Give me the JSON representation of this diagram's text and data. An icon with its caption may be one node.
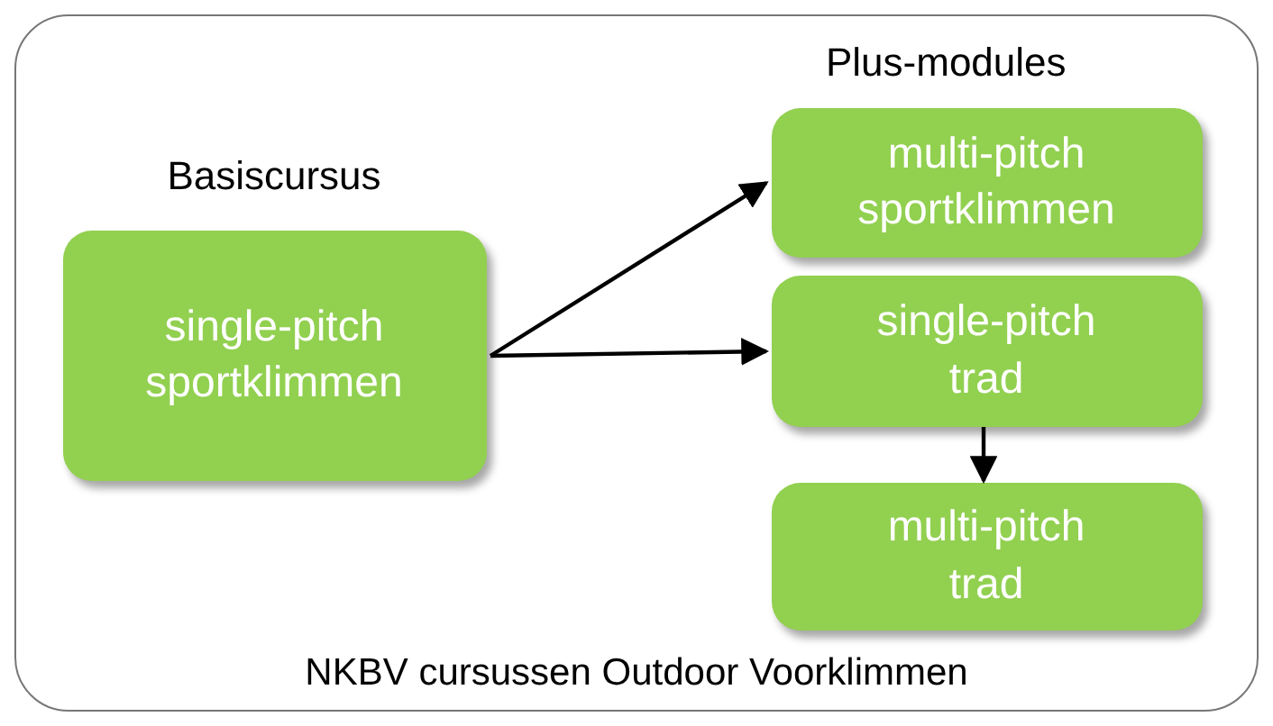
{
  "diagram": {
    "nodes": [
      {
        "text": [
          "NKBV cursussen Outdoor Voorklimmen"
        ]
      },
      {
        "text": [
          "Basiscursus",
          "single-pitch sportklimmen"
        ],
        "in": 0
      },
      {
        "text": [
          "multi-pitch sportklimmen"
        ],
        "in": 0
      },
      {
        "text": [
          "single-pitch trad"
        ],
        "in": 0
      },
      {
        "text": [
          "multi-pitch trad"
        ],
        "in": 0
      }
    ],
    "edges": [
      {
        "from": 1,
        "to": 2,
        "arrow": "to"
      },
      {
        "from": 1,
        "to": 3,
        "arrow": "to"
      },
      {
        "from": 3,
        "to": 4,
        "arrow": "to"
      }
    ],
    "labels": [
      "Plus-modules"
    ]
  }
}
